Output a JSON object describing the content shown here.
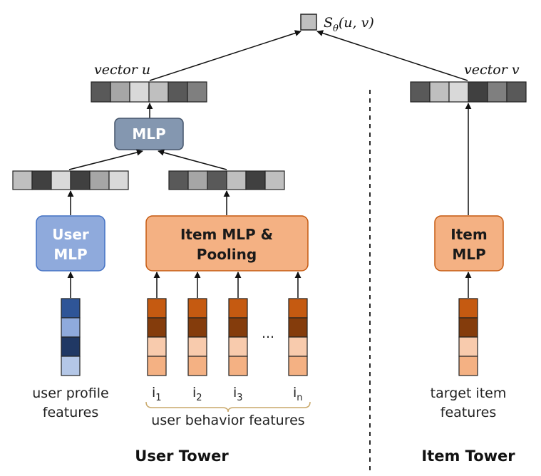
{
  "score": {
    "main": "S",
    "sub": "θ",
    "rest": "(u, v)"
  },
  "vector_u_label": "vector u",
  "vector_v_label": "vector v",
  "user_mlp_lines": [
    "User",
    "MLP"
  ],
  "center_mlp_label": "MLP",
  "item_mlp_pooling_lines": [
    "Item MLP &",
    "Pooling"
  ],
  "item_mlp_lines": [
    "Item",
    "MLP"
  ],
  "user_profile_lines": [
    "user profile",
    "features"
  ],
  "behavior_items": [
    {
      "base": "i",
      "sub": "1"
    },
    {
      "base": "i",
      "sub": "2"
    },
    {
      "base": "i",
      "sub": "3"
    },
    {
      "base": "i",
      "sub": "n"
    }
  ],
  "ellipsis": "...",
  "behavior_label": "user behavior features",
  "target_item_lines": [
    "target item",
    "features"
  ],
  "user_tower_label": "User Tower",
  "item_tower_label": "Item Tower",
  "colors": {
    "user_blue": "#8faadc",
    "user_blue_border": "#4472c4",
    "center_mlp": "#8497b0",
    "orange_box": "#f4b183",
    "orange_border": "#c55a11",
    "brace": "#c9a86a"
  }
}
